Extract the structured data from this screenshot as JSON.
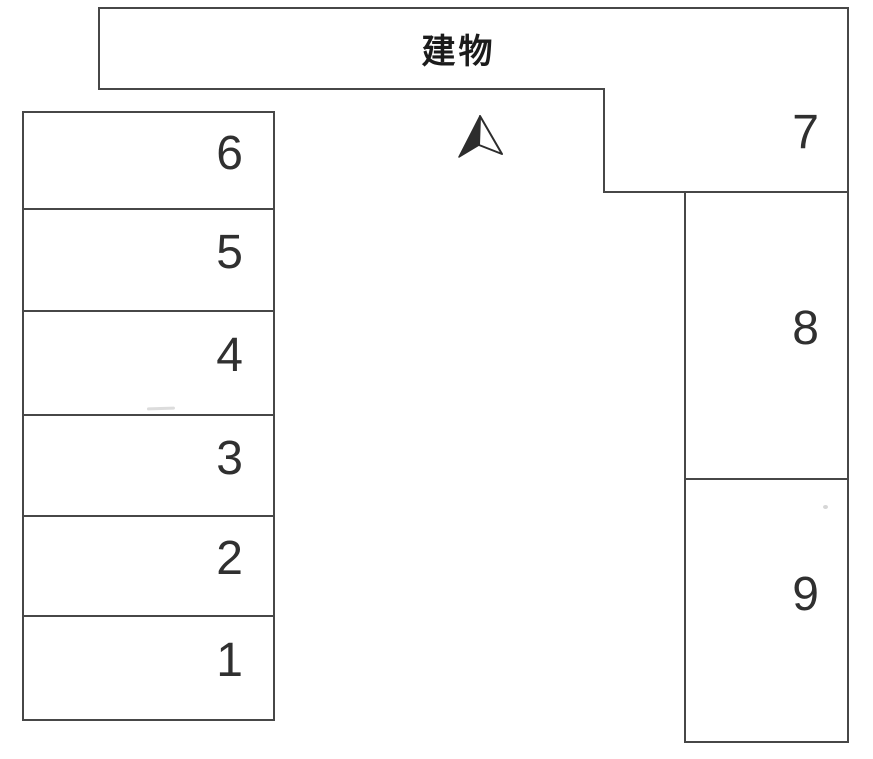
{
  "diagram": {
    "building": {
      "label": "建物"
    },
    "north_arrow_icon": "north-arrow",
    "left_column_spaces": [
      "6",
      "5",
      "4",
      "3",
      "2",
      "1"
    ],
    "right_column_spaces": [
      "7",
      "8",
      "9"
    ]
  },
  "colors": {
    "line": "#474747",
    "number_text": "#303030",
    "building_text": "#1b1b1b",
    "background": "#ffffff"
  }
}
